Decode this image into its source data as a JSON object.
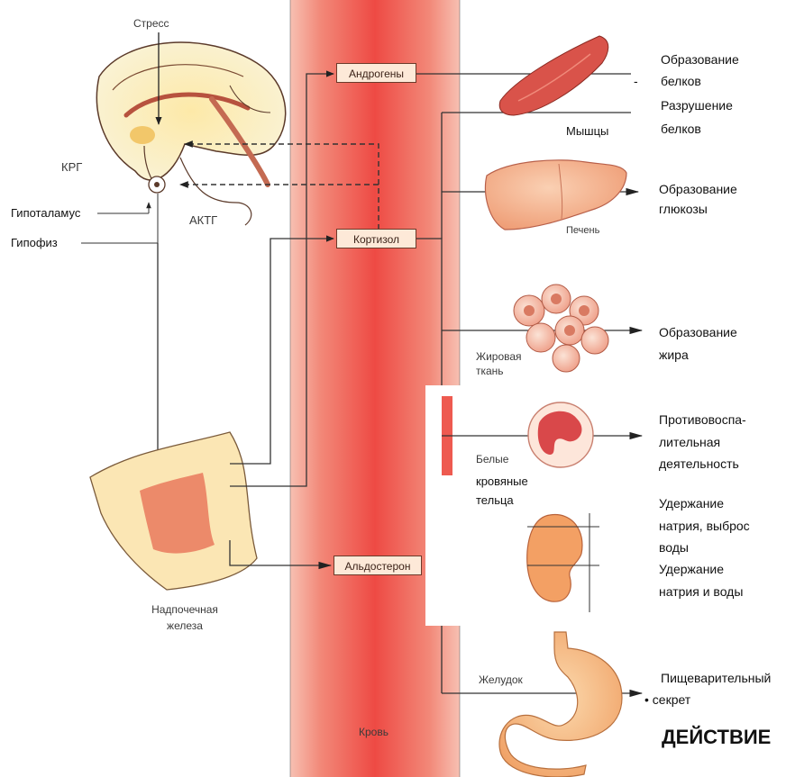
{
  "labels": {
    "stress": "Стресс",
    "krg": "КРГ",
    "hypothalamus": "Гипоталамус",
    "hypophysis": "Гипофиз",
    "aktg": "АКТГ",
    "androgens": "Андрогены",
    "cortisol": "Кортизол",
    "aldosterone": "Альдостерон",
    "adrenal_gland": "Надпочечная железа",
    "blood": "Кровь",
    "muscles": "Мышцы",
    "liver": "Печень",
    "fat_tissue": "Жировая ткань",
    "white_blood_cells_a": "Белые",
    "white_blood_cells_b": "кровяные",
    "white_blood_cells_c": "тельца",
    "stomach": "Желудок"
  },
  "effects": {
    "protein_formation_1": "Образование",
    "protein_formation_2": "белков",
    "protein_breakdown_1": "Разрушение",
    "protein_breakdown_2": "белков",
    "glucose_formation_1": "Образование",
    "glucose_formation_2": "глюкозы",
    "fat_formation_1": "Образование",
    "fat_formation_2": "жира",
    "anti_inflammatory_1": "Противовоспа-",
    "anti_inflammatory_2": "лительная",
    "anti_inflammatory_3": "деятельность",
    "sodium_retention_1": "Удержание",
    "sodium_retention_2": "натрия,  выброс",
    "sodium_retention_3": "воды",
    "sodium_water_retention_1": "Удержание",
    "sodium_water_retention_2": "натрия и воды",
    "digestive_1": "Пищеварительный",
    "digestive_2": "• секрет",
    "dash_mark": "-"
  },
  "heading": "ДЕЙСТВИЕ",
  "colors": {
    "blood_core": "#ee4a44",
    "blood_edge": "#f6b5a8",
    "adrenal_outer": "#fbe6b4",
    "adrenal_inner": "#ec8a6a",
    "organ_liver": "#f3a27e",
    "organ_muscle": "#d9534a",
    "stomach": "#f2b27a",
    "arrow": "#222222"
  }
}
